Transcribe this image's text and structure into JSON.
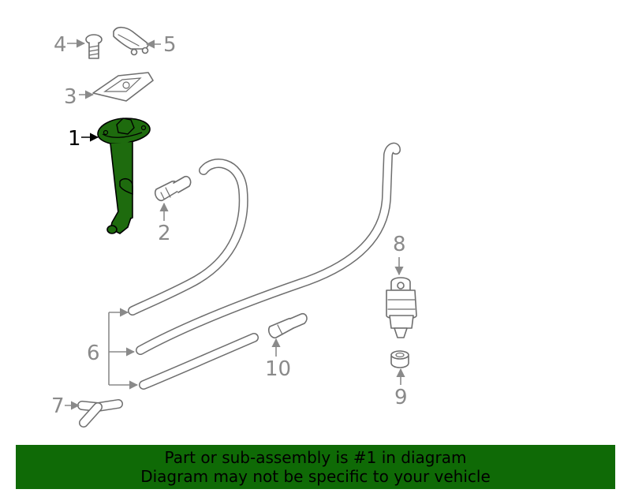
{
  "callouts": {
    "c1": "1",
    "c2": "2",
    "c3": "3",
    "c4": "4",
    "c5": "5",
    "c6": "6",
    "c7": "7",
    "c8": "8",
    "c9": "9",
    "c10": "10"
  },
  "highlight_part": "1",
  "colors": {
    "highlight_fill": "#1e6b0e",
    "banner_bg": "#0f6a06",
    "outline": "#6e6e6e",
    "label": "#8a8a8a"
  },
  "banner": {
    "line1": "Part or sub-assembly is #1 in diagram",
    "line2": "Diagram may not be specific to your vehicle"
  }
}
